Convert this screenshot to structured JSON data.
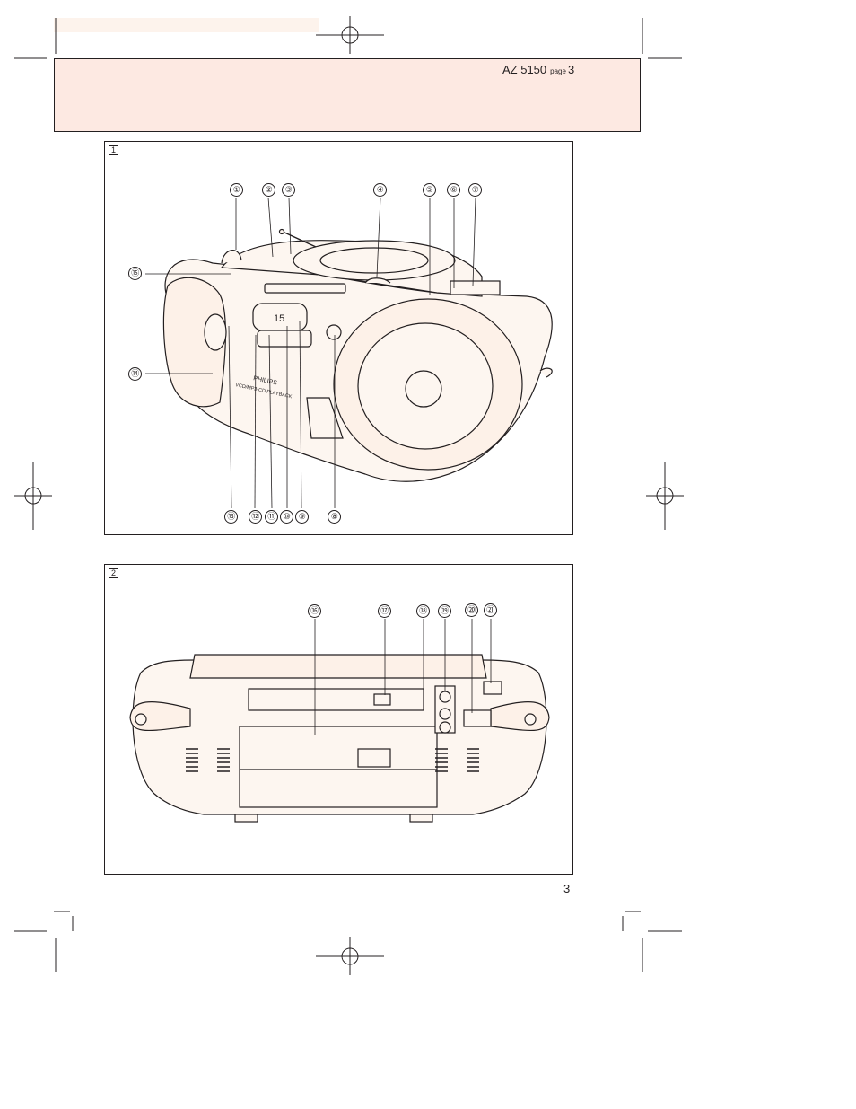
{
  "header": {
    "model": "AZ 5150",
    "page_word": "page",
    "page_no": "3"
  },
  "figure1": {
    "number": "1",
    "brand": "PHILIPS",
    "front_text": "VCD/MP3-CD PLAYBACK",
    "display_text": "15",
    "callouts": [
      "①",
      "②",
      "③",
      "④",
      "⑤",
      "⑥",
      "⑦",
      "⑧",
      "⑨",
      "⑩",
      "⑪",
      "⑫",
      "⑬",
      "⑭",
      "⑮"
    ]
  },
  "figure2": {
    "number": "2",
    "callouts": [
      "⑯",
      "⑰",
      "⑱",
      "⑲",
      "⑳",
      "㉑"
    ]
  },
  "footer": {
    "page_number": "3"
  }
}
